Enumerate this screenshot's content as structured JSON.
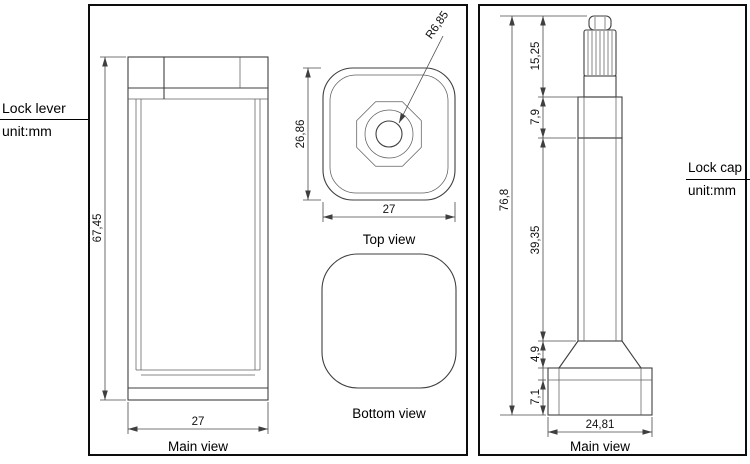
{
  "labels": {
    "lever": {
      "title": "Lock lever",
      "unit": "unit:mm"
    },
    "cap": {
      "title": "Lock cap",
      "unit": "unit:mm"
    }
  },
  "lever_panel": {
    "main_view": {
      "caption": "Main view",
      "height": "67,45",
      "width": "27"
    },
    "top_view": {
      "caption": "Top view",
      "height": "26,86",
      "width": "27",
      "radius": "R6,85"
    },
    "bottom_view": {
      "caption": "Bottom view"
    }
  },
  "cap_panel": {
    "main_view": {
      "caption": "Main view",
      "width": "24,81",
      "total_height": "76,8",
      "segments": [
        "15,25",
        "7,9",
        "39,35",
        "4,9",
        "7,1"
      ]
    }
  }
}
